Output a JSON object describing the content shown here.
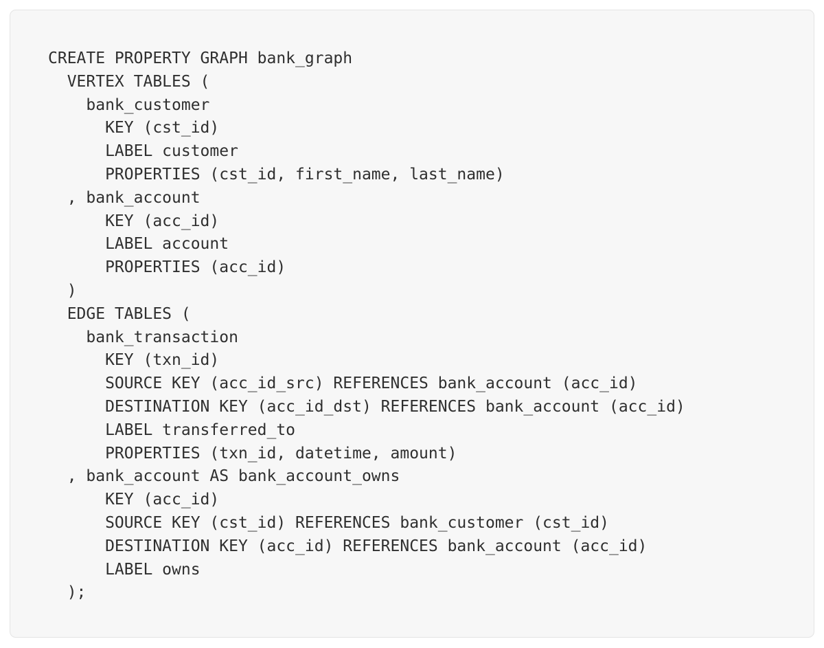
{
  "card": {
    "background_color": "#f7f7f7",
    "border_color": "#e4e4e4",
    "page_background_color": "#ffffff"
  },
  "code": {
    "language": "sql-pgq",
    "text_color": "#2f2f2f",
    "lines": [
      "CREATE PROPERTY GRAPH bank_graph",
      "  VERTEX TABLES (",
      "    bank_customer",
      "      KEY (cst_id)",
      "      LABEL customer",
      "      PROPERTIES (cst_id, first_name, last_name)",
      "  , bank_account",
      "      KEY (acc_id)",
      "      LABEL account",
      "      PROPERTIES (acc_id)",
      "  )",
      "  EDGE TABLES (",
      "    bank_transaction",
      "      KEY (txn_id)",
      "      SOURCE KEY (acc_id_src) REFERENCES bank_account (acc_id)",
      "      DESTINATION KEY (acc_id_dst) REFERENCES bank_account (acc_id)",
      "      LABEL transferred_to",
      "      PROPERTIES (txn_id, datetime, amount)",
      "  , bank_account AS bank_account_owns",
      "      KEY (acc_id)",
      "      SOURCE KEY (cst_id) REFERENCES bank_customer (cst_id)",
      "      DESTINATION KEY (acc_id) REFERENCES bank_account (acc_id)",
      "      LABEL owns",
      "  );"
    ]
  }
}
